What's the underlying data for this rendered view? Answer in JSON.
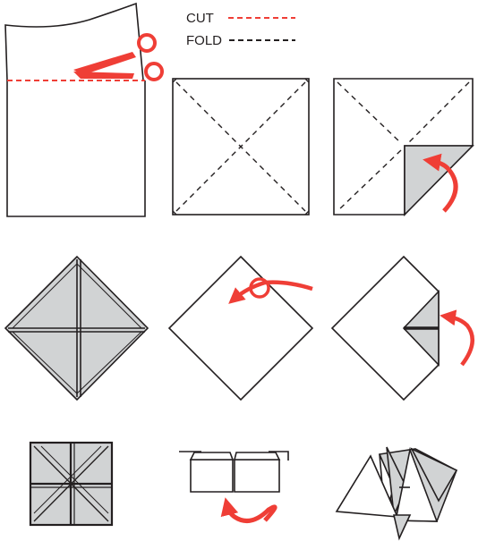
{
  "legend": {
    "cut_label": "CUT",
    "fold_label": "FOLD",
    "cut_color": "#ef3e36",
    "fold_color": "#231f20"
  },
  "colors": {
    "line": "#231f20",
    "folded_fill": "#d1d3d4",
    "arrow": "#ef3e36",
    "background": "#ffffff"
  },
  "steps": [
    {
      "id": "cut-paper-square",
      "icon": "scissors-icon"
    },
    {
      "id": "fold-diagonals",
      "icon": "dashed-x-folds"
    },
    {
      "id": "fold-corners-to-center",
      "icon": "curved-arrow-icon"
    },
    {
      "id": "all-corners-folded",
      "icon": "folded-diamond"
    },
    {
      "id": "flip-over",
      "icon": "flip-arrow-icon"
    },
    {
      "id": "fold-corners-again",
      "icon": "curved-arrow-icon"
    },
    {
      "id": "folded-square",
      "icon": "folded-square"
    },
    {
      "id": "fold-in-half",
      "icon": "curved-arrow-icon"
    },
    {
      "id": "finished-fortune-teller",
      "icon": "fortune-teller"
    }
  ]
}
